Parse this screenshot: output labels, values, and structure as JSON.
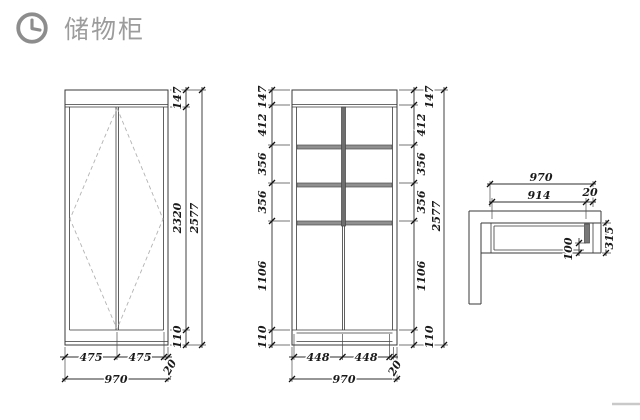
{
  "header": {
    "title": "储物柜",
    "icon": "clock-icon",
    "color": "#9c9c9c"
  },
  "colors": {
    "line": "#3a3a3a",
    "dimension_text": "#1a1a1a",
    "shelf_fill": "#909090",
    "panel_fill": "#787878",
    "dashed_door_swing": "#b3b3b3"
  },
  "front_view": {
    "name": "front elevation with doors",
    "right_chain": [
      "147",
      "2320",
      "110"
    ],
    "right_total": "2577",
    "bottom_chain": [
      "475",
      "475",
      "20"
    ],
    "bottom_total": "970"
  },
  "internal_view": {
    "name": "front elevation internal shelves",
    "left_chain": [
      "147",
      "412",
      "356",
      "356",
      "1106",
      "110"
    ],
    "right_chain": [
      "147",
      "412",
      "356",
      "356",
      "1106",
      "110"
    ],
    "right_total": "2577",
    "bottom_chain": [
      "448",
      "448",
      "20"
    ],
    "bottom_total": "970"
  },
  "plan_view": {
    "name": "plan section at wall corner",
    "width_total": "970",
    "width_inner": "914",
    "panel_thickness": "20",
    "depth": "315",
    "back_inset": "100"
  }
}
